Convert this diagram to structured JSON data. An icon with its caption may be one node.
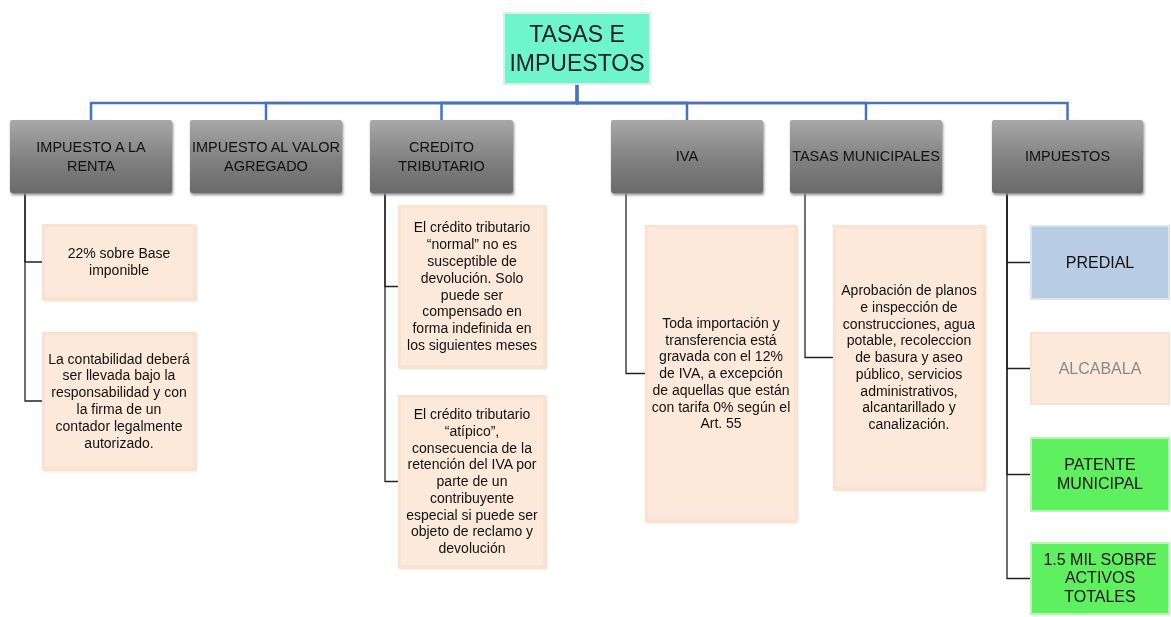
{
  "diagram": {
    "nodes": [
      {
        "text": [
          "TASAS E IMPUESTOS"
        ]
      },
      {
        "text": [
          "IMPUESTO A LA RENTA"
        ]
      },
      {
        "text": [
          "IMPUESTO AL VALOR AGREGADO"
        ]
      },
      {
        "text": [
          "CREDITO TRIBUTARIO"
        ]
      },
      {
        "text": [
          "IVA"
        ]
      },
      {
        "text": [
          "TASAS MUNICIPALES"
        ]
      },
      {
        "text": [
          "IMPUESTOS"
        ]
      },
      {
        "text": [
          "22% sobre Base imponible"
        ]
      },
      {
        "text": [
          "La contabilidad deberá ser llevada bajo la responsabilidad y con la firma de un contador legalmente autorizado."
        ]
      },
      {
        "text": [
          "El crédito tributario “normal” no es susceptible de devolución. Solo puede ser compensado en forma indefinida en los siguientes meses"
        ]
      },
      {
        "text": [
          "El crédito tributario “atípico”, consecuencia de la retención del IVA por parte de un contribuyente especial si puede ser objeto de reclamo y devolución"
        ]
      },
      {
        "text": [
          "Toda importación y transferencia está gravada con el 12% de IVA, a excepción de aquellas que están con tarifa 0% según el Art. 55"
        ]
      },
      {
        "text": [
          "Aprobación de planos e inspección de construcciones, agua potable, recoleccion de basura y aseo público, servicios administrativos, alcantarillado y canalización."
        ]
      },
      {
        "text": [
          "PREDIAL"
        ]
      },
      {
        "text": [
          "ALCABALA"
        ]
      },
      {
        "text": [
          "PATENTE MUNICIPAL"
        ]
      },
      {
        "text": [
          "1.5 MIL SOBRE ACTIVOS TOTALES"
        ]
      }
    ],
    "edges": [
      {
        "from": 0,
        "to": 1,
        "arrow": "none",
        "color": "#4472c4"
      },
      {
        "from": 0,
        "to": 2,
        "arrow": "none",
        "color": "#4472c4"
      },
      {
        "from": 0,
        "to": 3,
        "arrow": "none",
        "color": "#4472c4"
      },
      {
        "from": 0,
        "to": 4,
        "arrow": "none",
        "color": "#4472c4"
      },
      {
        "from": 0,
        "to": 5,
        "arrow": "none",
        "color": "#4472c4"
      },
      {
        "from": 0,
        "to": 6,
        "arrow": "none",
        "color": "#4472c4"
      },
      {
        "from": 1,
        "to": 7,
        "arrow": "none"
      },
      {
        "from": 1,
        "to": 8,
        "arrow": "none"
      },
      {
        "from": 3,
        "to": 9,
        "arrow": "none"
      },
      {
        "from": 3,
        "to": 10,
        "arrow": "none"
      },
      {
        "from": 4,
        "to": 11,
        "arrow": "none"
      },
      {
        "from": 5,
        "to": 12,
        "arrow": "none"
      },
      {
        "from": 6,
        "to": 13,
        "arrow": "none"
      },
      {
        "from": 6,
        "to": 14,
        "arrow": "none"
      },
      {
        "from": 6,
        "to": 15,
        "arrow": "none"
      },
      {
        "from": 6,
        "to": 16,
        "arrow": "none"
      }
    ]
  }
}
